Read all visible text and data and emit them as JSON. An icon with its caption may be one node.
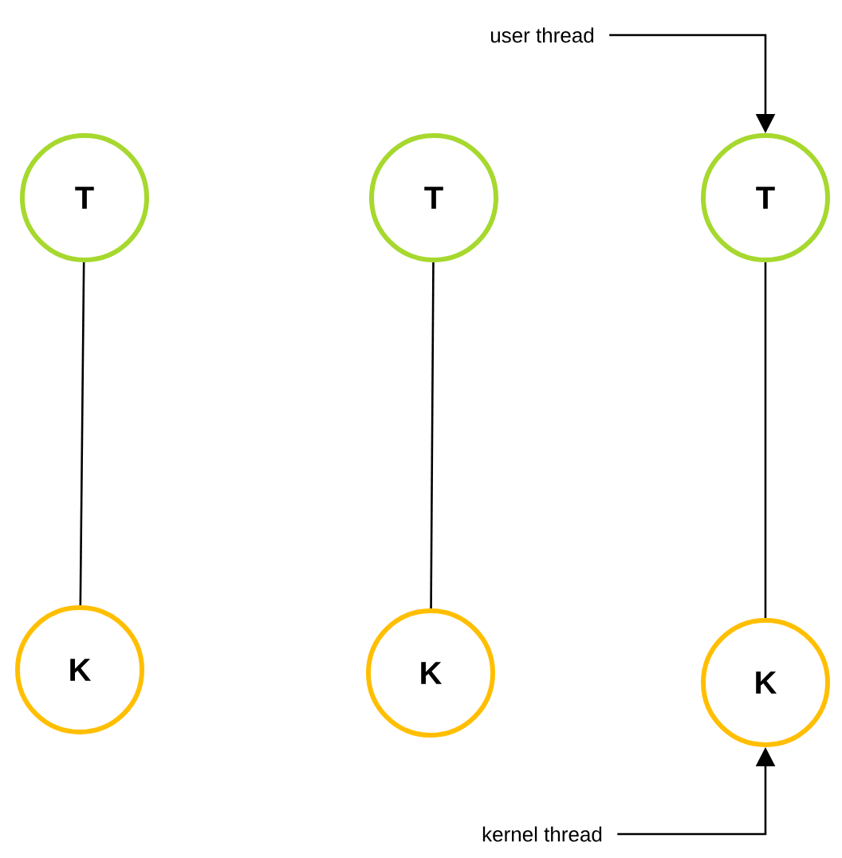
{
  "diagram": {
    "nodes": [
      {
        "text": [
          "T"
        ]
      },
      {
        "text": [
          "T"
        ]
      },
      {
        "text": [
          "T"
        ]
      },
      {
        "text": [
          "K"
        ]
      },
      {
        "text": [
          "K"
        ]
      },
      {
        "text": [
          "K"
        ]
      },
      {
        "text": [
          "user thread"
        ]
      },
      {
        "text": [
          "kernel thread"
        ]
      }
    ],
    "edges": [
      {
        "from": 0,
        "to": 3,
        "arrow": "none"
      },
      {
        "from": 1,
        "to": 4,
        "arrow": "none"
      },
      {
        "from": 2,
        "to": 5,
        "arrow": "none"
      },
      {
        "from": 6,
        "to": 2,
        "arrow": "to"
      },
      {
        "from": 7,
        "to": 5,
        "arrow": "to"
      }
    ]
  }
}
